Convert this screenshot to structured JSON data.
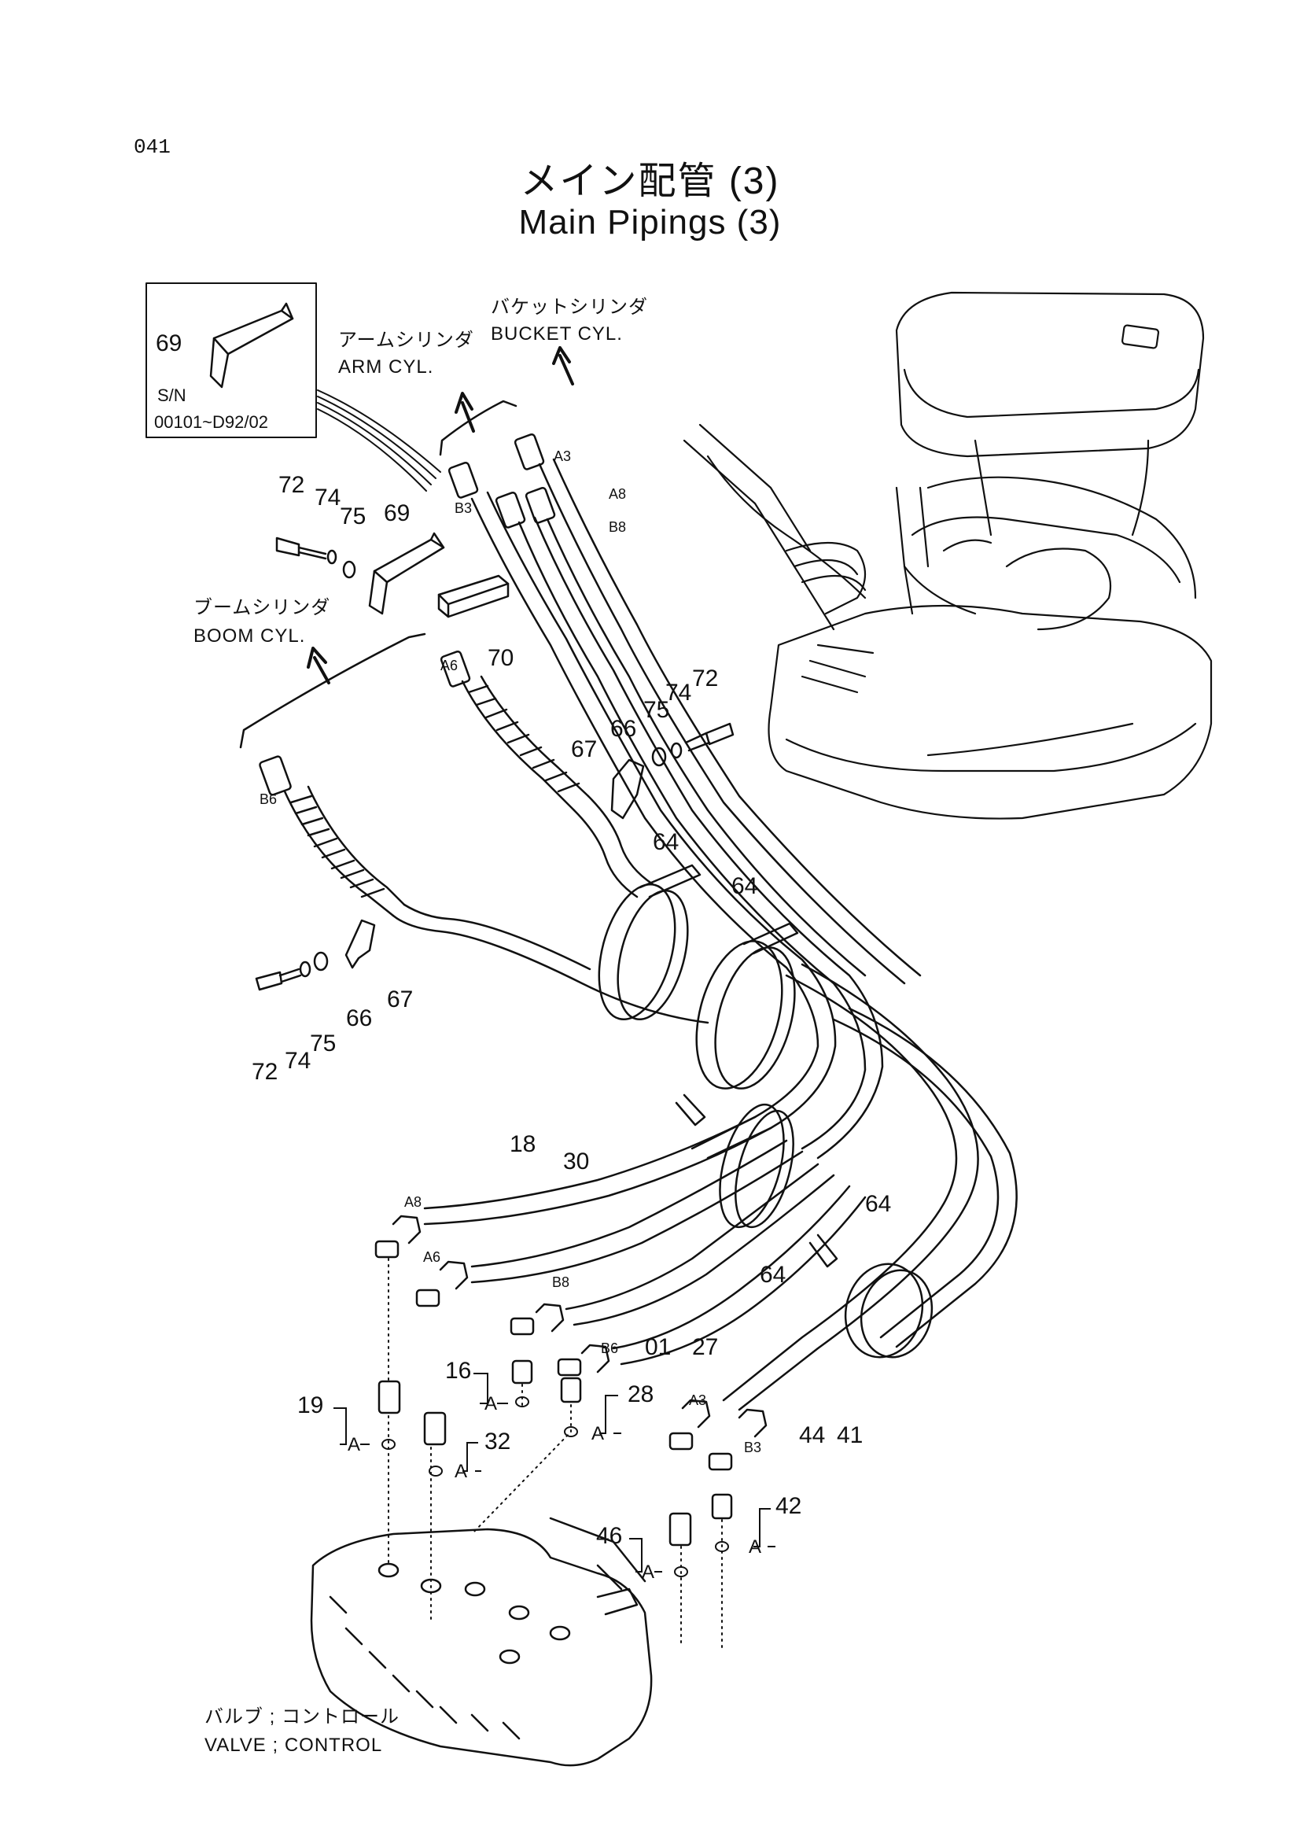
{
  "page": {
    "number": "041"
  },
  "title": {
    "jp": "メイン配管 (3)",
    "en": "Main Pipings (3)"
  },
  "inset": {
    "part": "69",
    "sn_label": "S/N",
    "sn_range": "00101~D92/02"
  },
  "destinations": {
    "arm_jp": "アームシリンダ",
    "arm_en": "ARM CYL.",
    "bucket_jp": "バケットシリンダ",
    "bucket_en": "BUCKET CYL.",
    "boom_jp": "ブームシリンダ",
    "boom_en": "BOOM CYL."
  },
  "valve": {
    "jp": "バルブ ; コントロール",
    "en": "VALVE ; CONTROL"
  },
  "parts": {
    "p72a": "72",
    "p74a": "74",
    "p75a": "75",
    "p69": "69",
    "p70": "70",
    "p67a": "67",
    "p66a": "66",
    "p75b": "75",
    "p74b": "74",
    "p72b": "72",
    "p64a": "64",
    "p64b": "64",
    "p72c": "72",
    "p74c": "74",
    "p75c": "75",
    "p66b": "66",
    "p67b": "67",
    "p18": "18",
    "p30": "30",
    "p64c": "64",
    "p64d": "64",
    "p01": "01",
    "p27": "27",
    "p44": "44",
    "p41": "41",
    "p16": "16",
    "p28": "28",
    "p19": "19",
    "p32": "32",
    "p46": "46",
    "p42": "42"
  },
  "ports": {
    "a3_top": "A3",
    "a8_top": "A8",
    "b8_top": "B8",
    "b3_top": "B3",
    "a6_top": "A6",
    "b6_top": "B6",
    "a8_bot": "A8",
    "a6_bot": "A6",
    "b8_bot": "B8",
    "b6_bot": "B6",
    "a3_bot": "A3",
    "b3_bot": "B3"
  },
  "callouts": {
    "a1": "A",
    "a2": "A",
    "a3": "A",
    "a4": "A",
    "a5": "A",
    "a6": "A"
  }
}
